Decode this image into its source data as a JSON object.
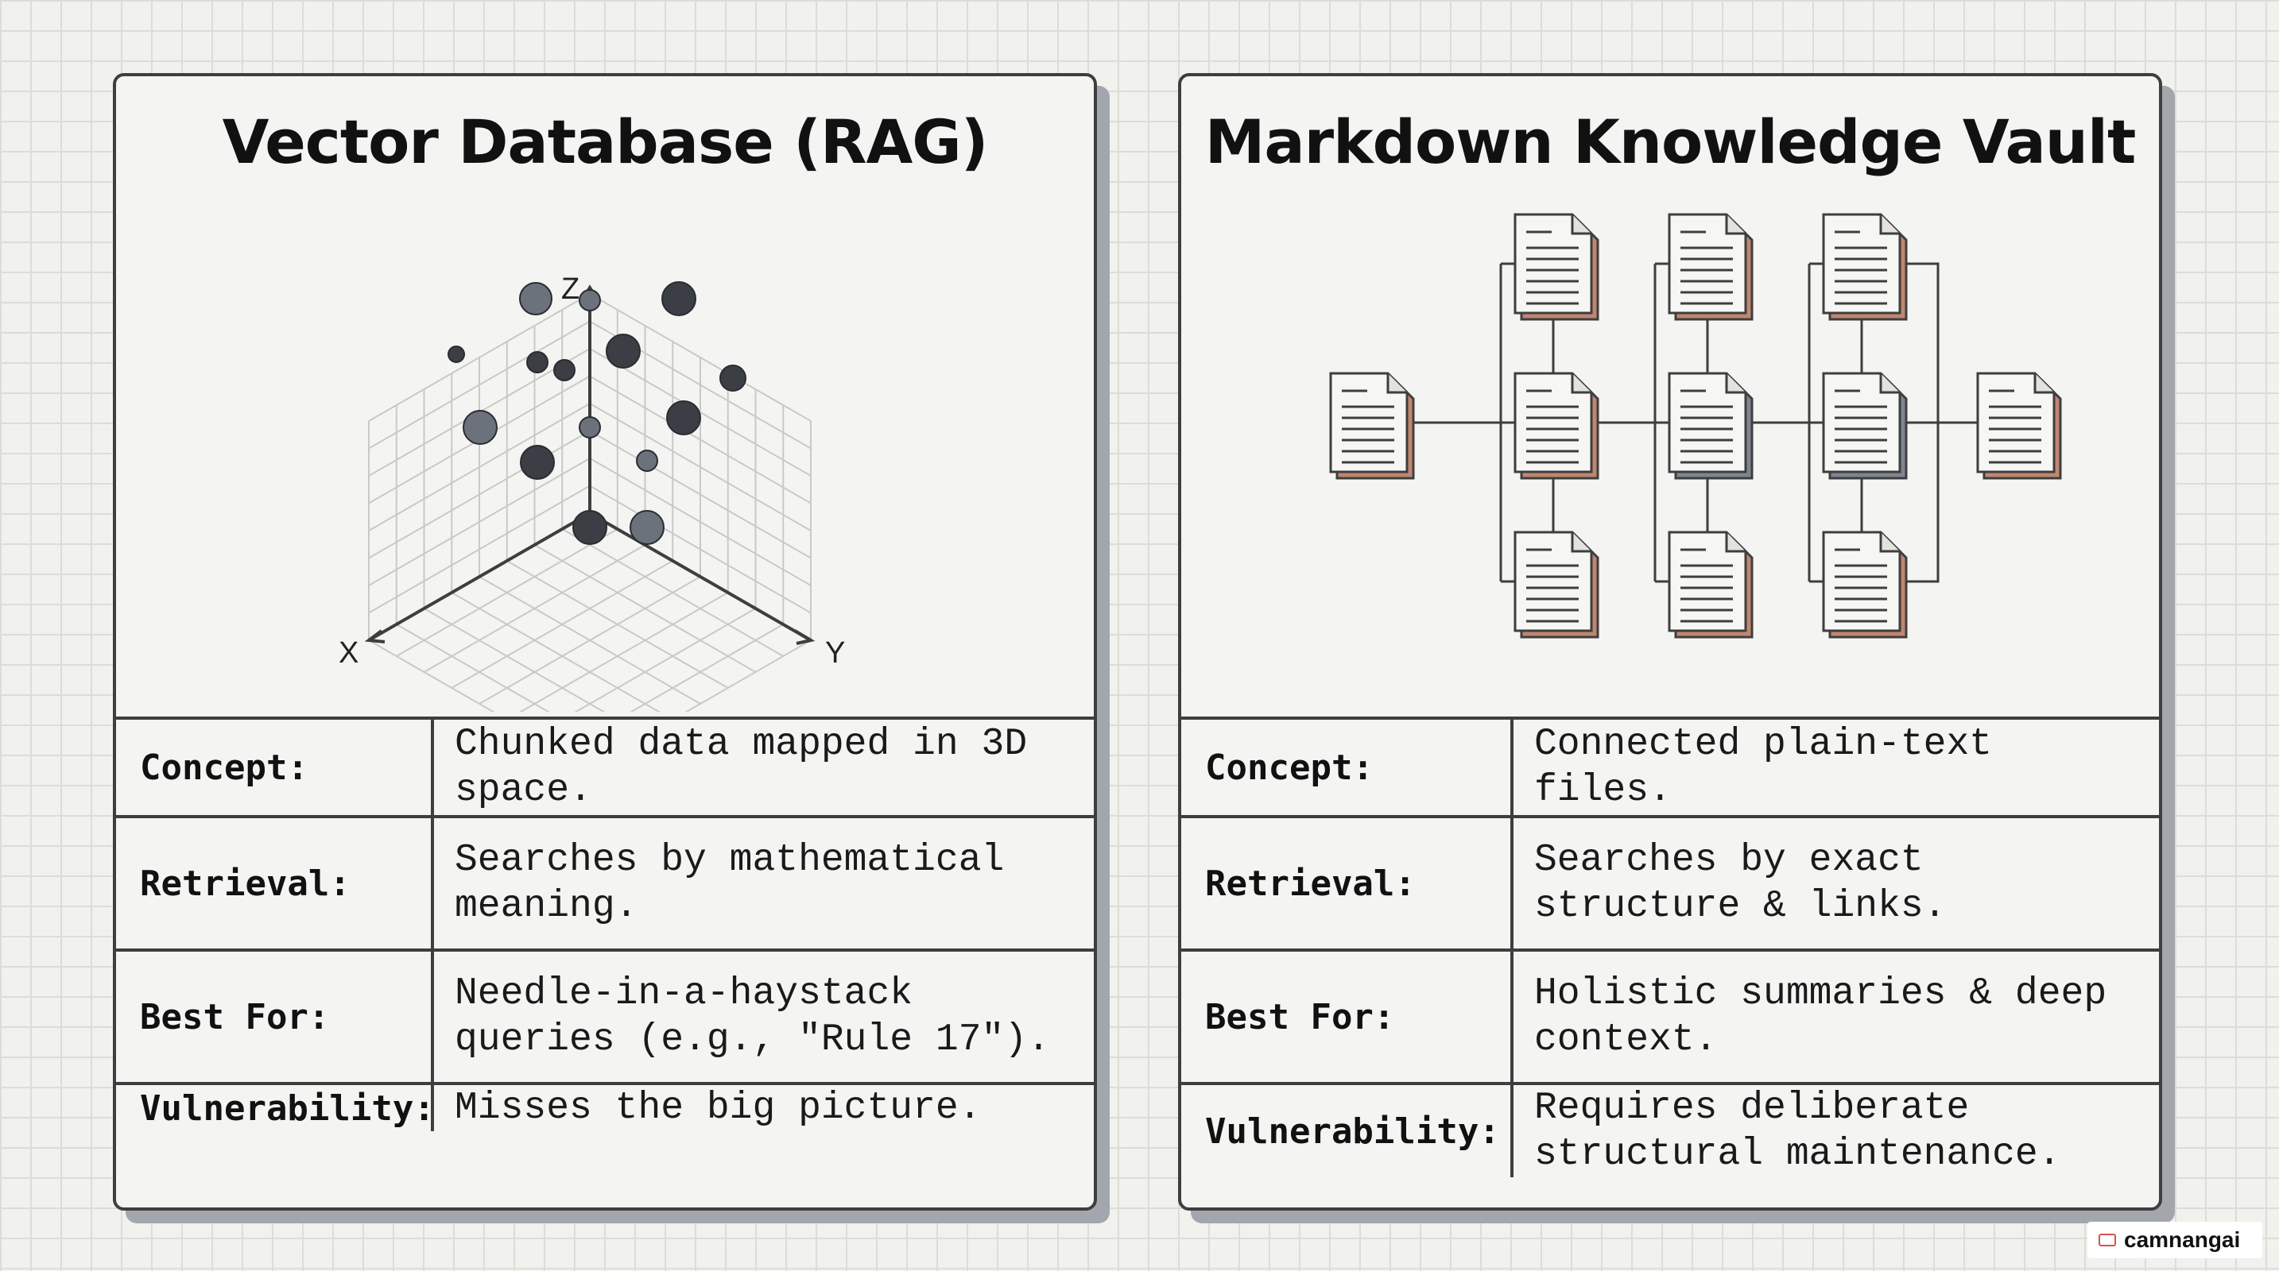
{
  "left_panel": {
    "title": "Vector Database (RAG)",
    "axes": {
      "x": "X",
      "y": "Y",
      "z": "Z"
    },
    "rows": [
      {
        "label": "Concept:",
        "value": "Chunked data mapped in 3D space."
      },
      {
        "label": "Retrieval:",
        "value": "Searches by mathematical meaning."
      },
      {
        "label": "Best For:",
        "value": "Needle-in-a-haystack queries (e.g., \"Rule 17\")."
      },
      {
        "label": "Vulnerability:",
        "value": "Misses the big picture."
      }
    ]
  },
  "right_panel": {
    "title": "Markdown Knowledge Vault",
    "rows": [
      {
        "label": "Concept:",
        "value": "Connected plain-text files."
      },
      {
        "label": "Retrieval:",
        "value": "Searches by exact structure & links."
      },
      {
        "label": "Best For:",
        "value": "Holistic summaries & deep context."
      },
      {
        "label": "Vulnerability:",
        "value": "Requires deliberate structural maintenance."
      }
    ]
  },
  "watermark": {
    "text": "camnangai"
  },
  "colors": {
    "border": "#3e3e3e",
    "panel_bg": "#f4f4f2",
    "shadow": "#a3a7ad",
    "dot_dark": "#3b3e45",
    "dot_light": "#6c727c",
    "doc_back_warm": "#c08670",
    "doc_back_cool": "#7d8590"
  }
}
